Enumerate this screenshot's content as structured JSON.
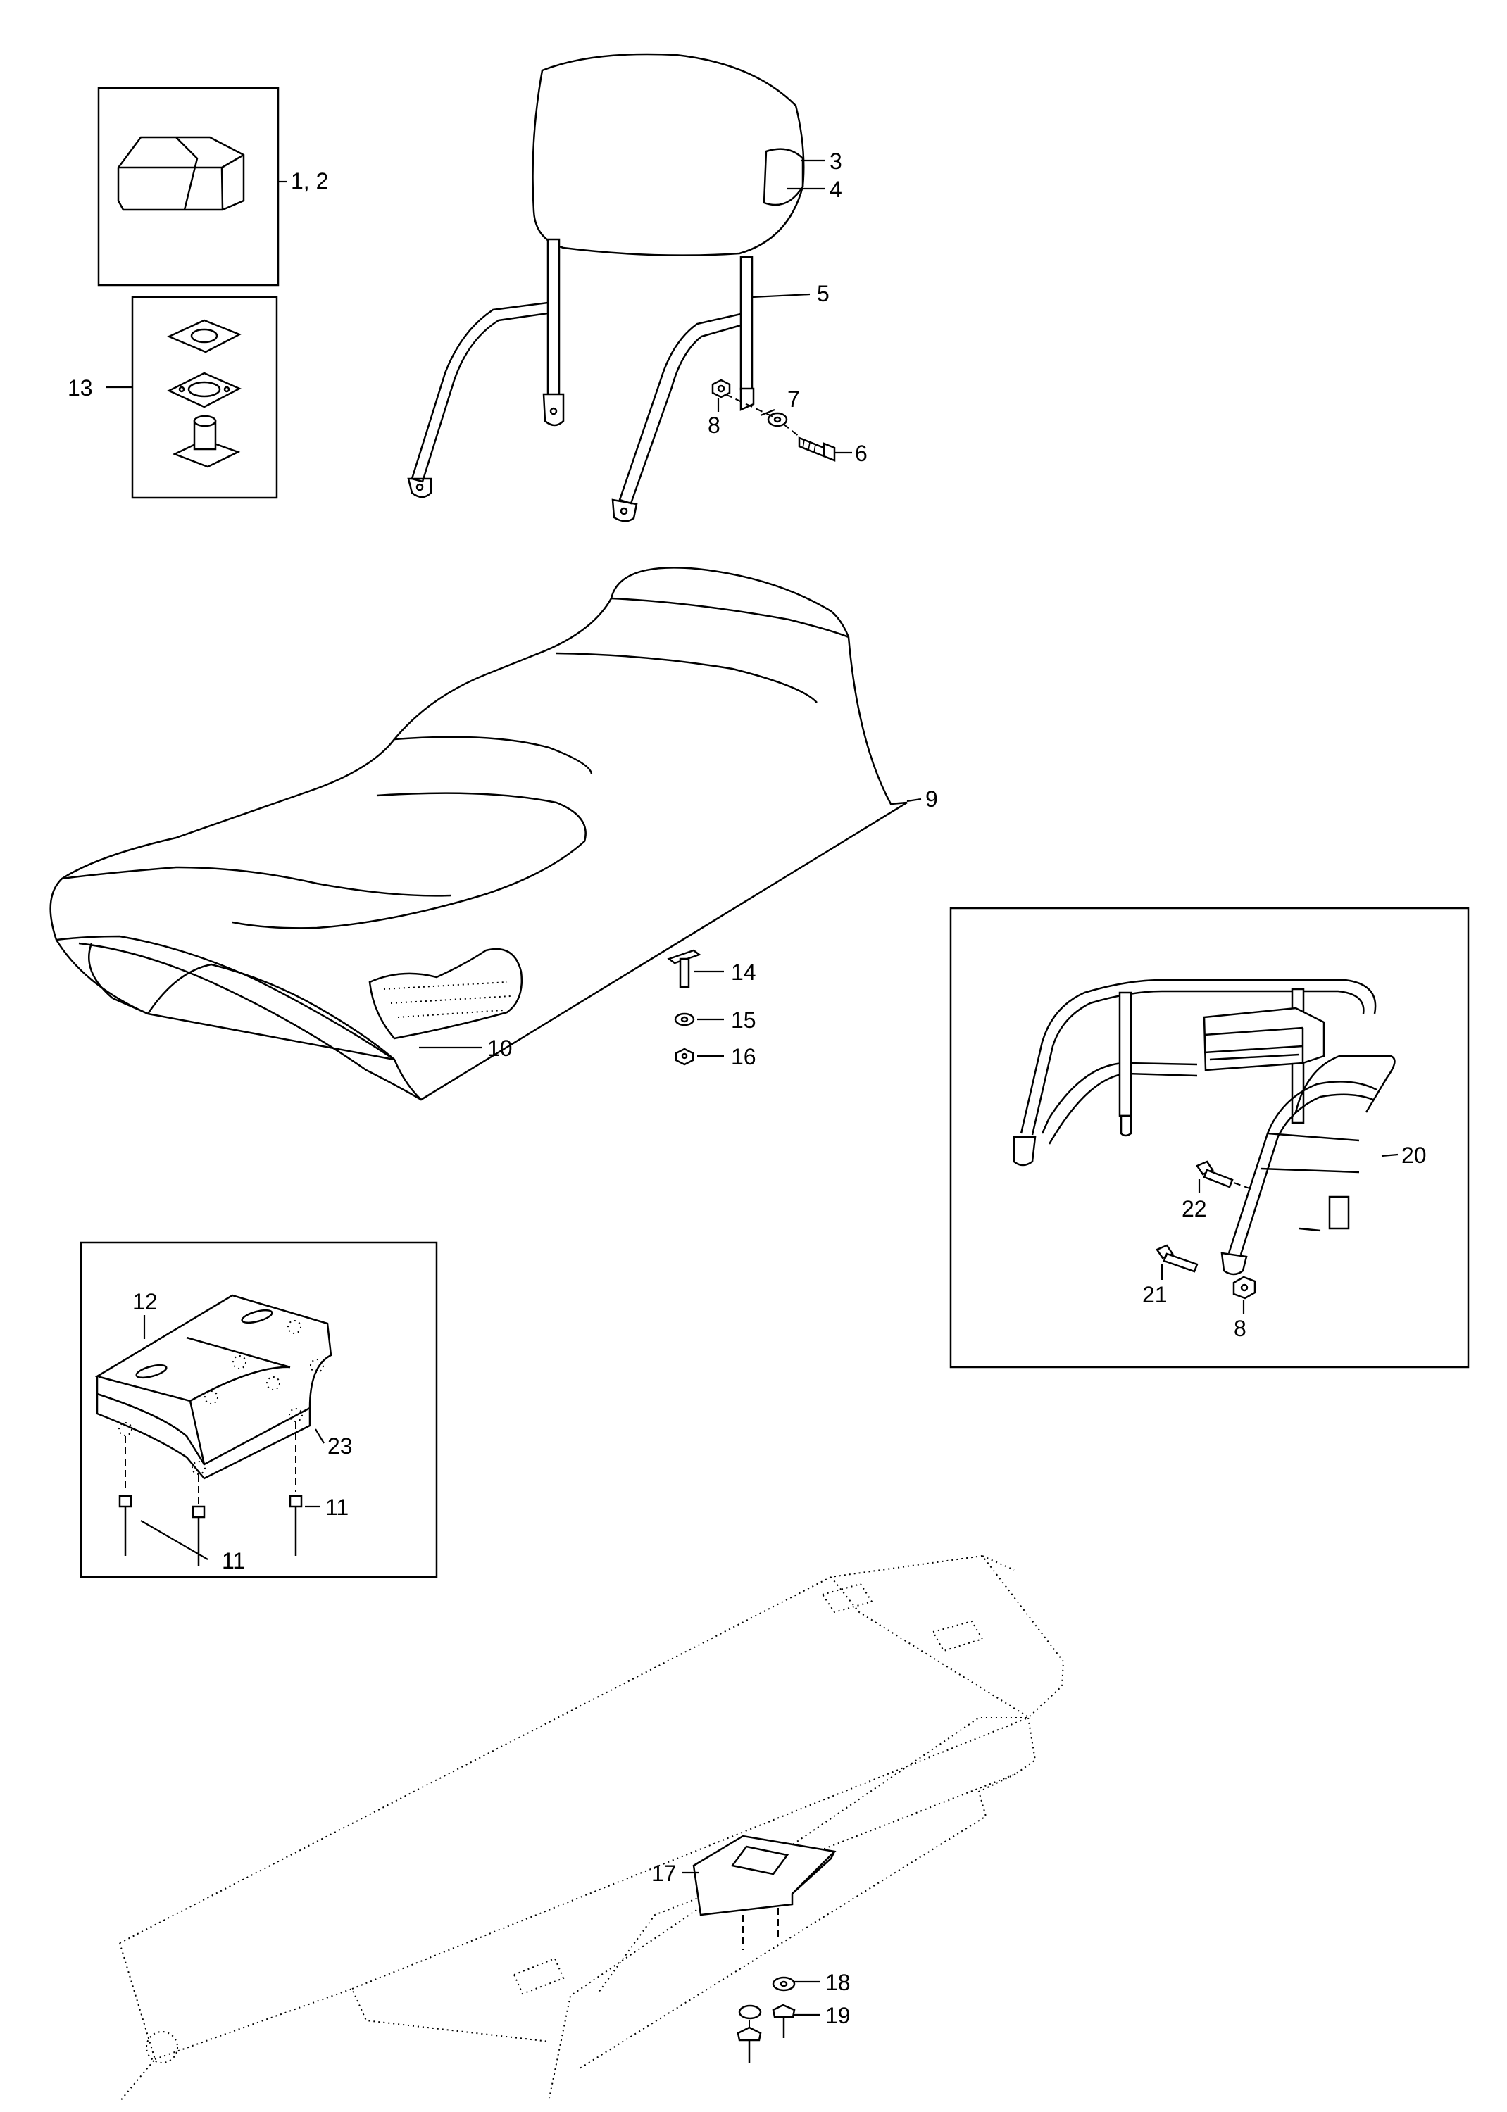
{
  "callouts": {
    "c1_2": "1, 2",
    "c3": "3",
    "c4": "4",
    "c5": "5",
    "c6": "6",
    "c7": "7",
    "c8a": "8",
    "c8b": "8",
    "c9": "9",
    "c10": "10",
    "c11a": "11",
    "c11b": "11",
    "c12": "12",
    "c13": "13",
    "c14": "14",
    "c15": "15",
    "c16": "16",
    "c17": "17",
    "c18": "18",
    "c19": "19",
    "c20": "20",
    "c21": "21",
    "c22": "22",
    "c23": "23"
  },
  "colors": {
    "line": "#000000",
    "background": "#ffffff"
  }
}
